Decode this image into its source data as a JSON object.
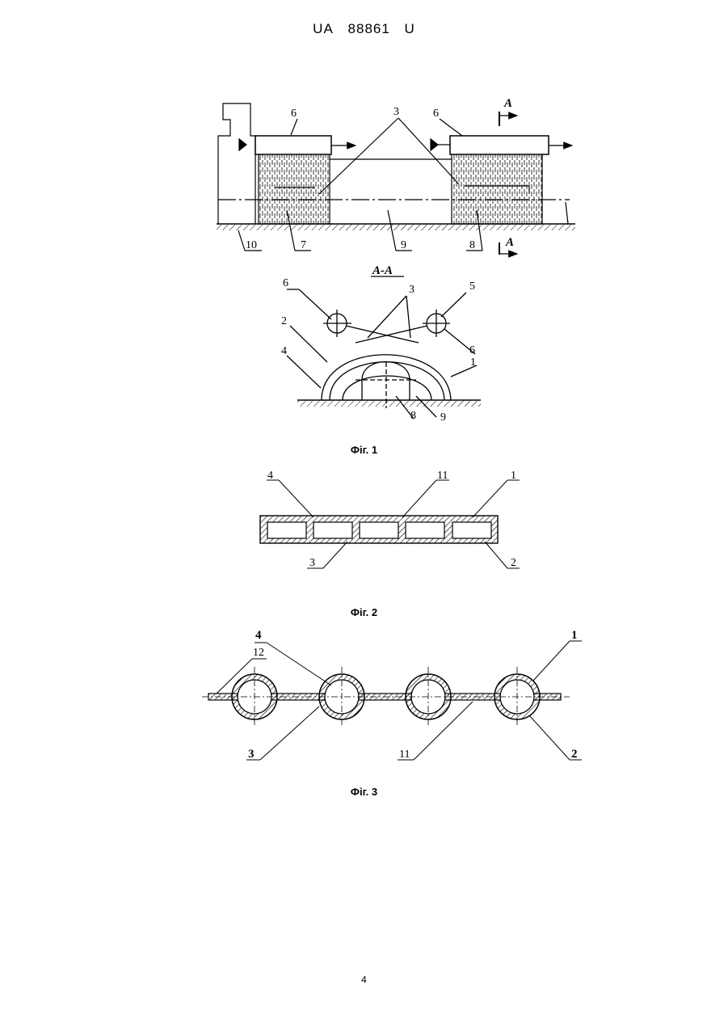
{
  "header": {
    "office": "UA",
    "number": "88861",
    "kind": "U"
  },
  "figures": [
    {
      "caption": "Фіг. 1",
      "labels": [
        "6",
        "3",
        "6",
        "10",
        "7",
        "9",
        "8"
      ],
      "section_mark": "A",
      "section_title": "A-A",
      "section_labels": [
        "6",
        "3",
        "5",
        "2",
        "4",
        "6",
        "1",
        "8",
        "9"
      ]
    },
    {
      "caption": "Фіг. 2",
      "labels": [
        "4",
        "11",
        "1",
        "3",
        "2"
      ]
    },
    {
      "caption": "Фіг. 3",
      "labels": [
        "4",
        "12",
        "1",
        "3",
        "11",
        "2"
      ]
    }
  ],
  "page_number": "4"
}
